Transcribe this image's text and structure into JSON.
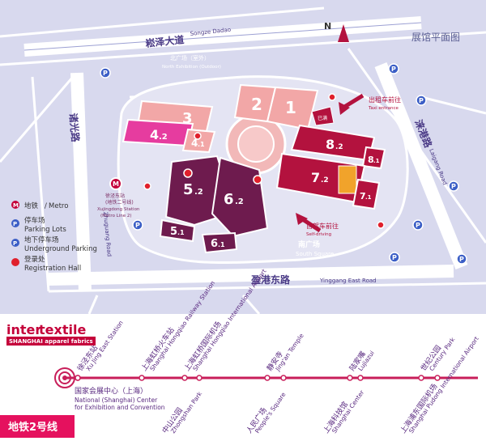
{
  "map": {
    "title": "展馆平面图",
    "north": "N",
    "roads": {
      "north_cn": "崧泽大道",
      "north_en": "Songze Dadao",
      "north_cn_2": "崧泽大道",
      "west_cn": "诸光路",
      "west_en": "Zhuguang Road",
      "south_cn": "盈港东路",
      "south_en": "Yinggang East Road",
      "east_cn": "涞港路",
      "east_en": "Laigang Road"
    },
    "places": {
      "north_square_cn": "北广场（室外）",
      "north_square_en": "North Exhibition (Outdoor)",
      "south_square_cn": "南广场",
      "south_square_en": "South Square",
      "metro_station_cn": "徐泾东站",
      "metro_station_en": "Xujingdong Station",
      "metro_station_line": "(Metro Line 2)",
      "metro_exit": "(地铁二号线)"
    },
    "halls": [
      {
        "num": "1",
        "sub": ""
      },
      {
        "num": "2",
        "sub": ""
      },
      {
        "num": "3",
        "sub": ""
      },
      {
        "num": "4",
        "sub": ".2"
      },
      {
        "num": "4",
        "sub": ".1"
      },
      {
        "num": "5",
        "sub": ".2"
      },
      {
        "num": "5",
        "sub": ".1"
      },
      {
        "num": "6",
        "sub": ".2"
      },
      {
        "num": "6",
        "sub": ".1"
      },
      {
        "num": "7",
        "sub": ".2"
      },
      {
        "num": "7",
        "sub": ".1"
      },
      {
        "num": "8",
        "sub": ".2"
      },
      {
        "num": "8",
        "sub": ".1"
      }
    ],
    "arrows": {
      "taxi_cn": "出租车前往",
      "taxi_en": "Taxi entrance",
      "self_cn": "自驾车前往",
      "self_en": "Self-driving"
    },
    "hall_label_small": "已满"
  },
  "legend": [
    {
      "icon": "metro-icon",
      "cn": "地铁",
      "en": "Metro"
    },
    {
      "icon": "parking-icon",
      "cn": "停车场",
      "en": "Parking Lots"
    },
    {
      "icon": "underground-parking-icon",
      "cn": "地下停车场",
      "en": "Underground Parking"
    },
    {
      "icon": "registration-icon",
      "cn": "登录处",
      "en": "Registration Hall"
    }
  ],
  "brand": {
    "name_a": "inter",
    "name_b": "textile",
    "tagline": "SHANGHAI apparel fabrics"
  },
  "metro_line": {
    "label": "地铁2号线",
    "colors": {
      "line": "#c81e5a",
      "accent": "#e5115e",
      "brand": "#c4003a"
    },
    "stations": [
      {
        "cn": "徐泾东站",
        "en": "Xu Jing East Station",
        "side": "top"
      },
      {
        "cn": "国家会展中心（上海）",
        "en": "National (Shanghai) Center for Exhibition and Convention",
        "side": "bottom"
      },
      {
        "cn": "上海虹桥火车站",
        "en": "Shanghai Hongqiao Railway Station",
        "side": "top"
      },
      {
        "cn": "上海虹桥国际机场",
        "en": "Shanghai Hongqiao International Airport",
        "side": "top"
      },
      {
        "cn": "中山公园",
        "en": "Zhongshan Park",
        "side": "bottom"
      },
      {
        "cn": "静安寺",
        "en": "Jing'an Temple",
        "side": "top"
      },
      {
        "cn": "人民广场",
        "en": "People's Square",
        "side": "bottom"
      },
      {
        "cn": "陆家嘴",
        "en": "Lujiazui",
        "side": "top"
      },
      {
        "cn": "上海科技馆",
        "en": "Shanghai Center",
        "side": "bottom"
      },
      {
        "cn": "世纪公园",
        "en": "Century Park",
        "side": "top"
      },
      {
        "cn": "上海浦东国际机场",
        "en": "Shanghai Pudong International Airport",
        "side": "bottom"
      }
    ]
  }
}
